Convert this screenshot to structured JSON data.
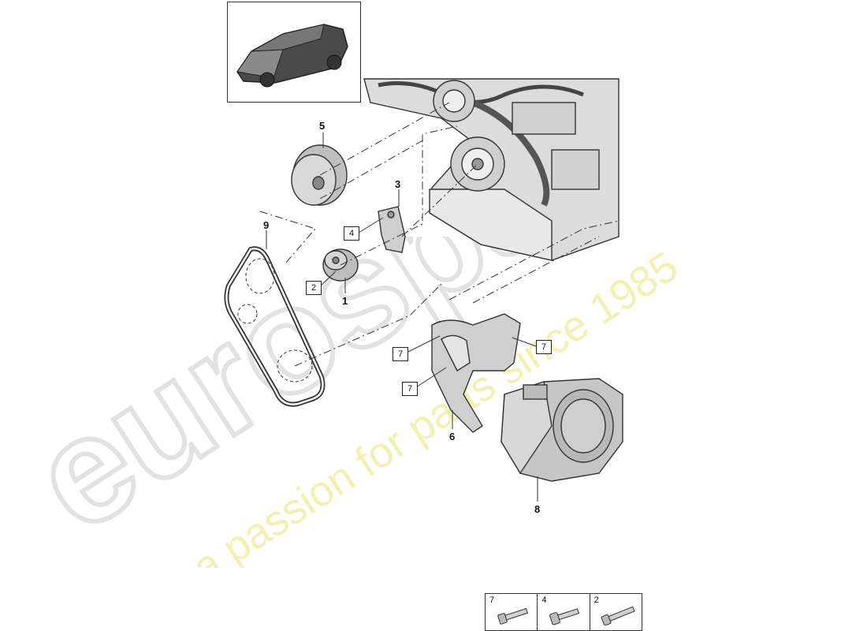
{
  "watermark": {
    "brand": "eurospares",
    "tagline": "a passion for parts since 1985"
  },
  "thumbnail": {
    "icon": "car-suv-icon"
  },
  "parts": [
    {
      "num": "1"
    },
    {
      "num": "3"
    },
    {
      "num": "5"
    },
    {
      "num": "6"
    },
    {
      "num": "8"
    },
    {
      "num": "9"
    }
  ],
  "fastener_refs": [
    "4",
    "2",
    "7",
    "7",
    "7"
  ],
  "legend": [
    {
      "num": "7",
      "icon": "bolt-icon"
    },
    {
      "num": "4",
      "icon": "bolt-icon"
    },
    {
      "num": "2",
      "icon": "bolt-icon"
    }
  ],
  "colors": {
    "line": "#222222",
    "part_fill": "#d9d9d9",
    "watermark_grey": "#e6e6e6",
    "watermark_yellow": "#f3f0b3"
  }
}
